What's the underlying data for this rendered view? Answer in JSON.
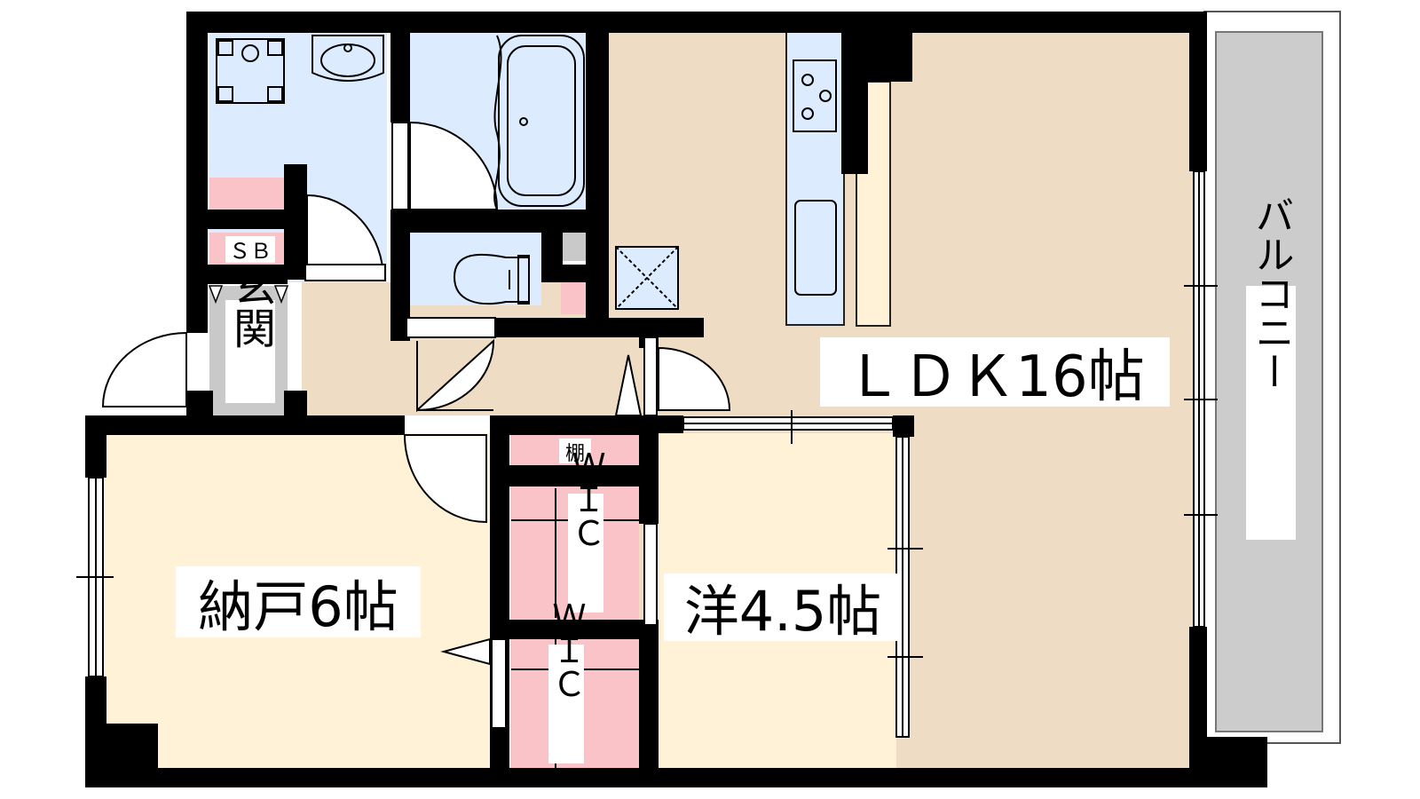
{
  "rooms": {
    "ldk": "ＬＤＫ16帖",
    "storage": "納戸6帖",
    "western": "洋4.5帖",
    "entrance": "玄関",
    "shoe_box": "ＳＢ",
    "shelf": "棚",
    "wic": "ＷＩＣ",
    "balcony": "バルコニー"
  },
  "colors": {
    "living": "#EEDCC4",
    "bedroom": "#FFF2D6",
    "wet_area": "#DDEBFF",
    "closet": "#F9C3C7",
    "entrance": "#C9C9C9",
    "balcony": "#CCCCCC",
    "wall": "#000000"
  }
}
